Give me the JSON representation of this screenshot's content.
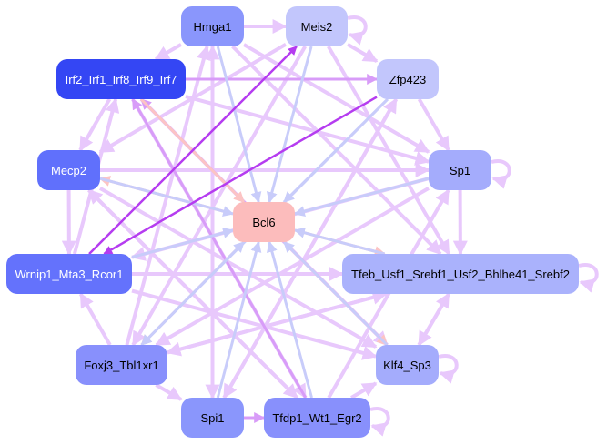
{
  "diagram": {
    "type": "directed-network",
    "edge_colors": {
      "default": "#e8c8fc",
      "strong": "#b53cf0",
      "medium": "#d89cf8",
      "to_target_blue": "#c8ccfa",
      "to_target_pink": "#fcc4c4"
    },
    "nodes": [
      {
        "id": "Hmga1",
        "label": "Hmga1",
        "fill": "#8a96fc",
        "text": "#000000"
      },
      {
        "id": "Meis2",
        "label": "Meis2",
        "fill": "#c2c6fc",
        "text": "#000000"
      },
      {
        "id": "Irf",
        "label": "Irf2_Irf1_Irf8_Irf9_Irf7",
        "fill": "#3446f4",
        "text": "#ffffff"
      },
      {
        "id": "Zfp423",
        "label": "Zfp423",
        "fill": "#c2c6fc",
        "text": "#000000"
      },
      {
        "id": "Mecp2",
        "label": "Mecp2",
        "fill": "#6070fc",
        "text": "#ffffff"
      },
      {
        "id": "Sp1",
        "label": "Sp1",
        "fill": "#a4acfc",
        "text": "#000000"
      },
      {
        "id": "Bcl6",
        "label": "Bcl6",
        "fill": "#fcbcbc",
        "text": "#000000"
      },
      {
        "id": "Wrnip1",
        "label": "Wrnip1_Mta3_Rcor1",
        "fill": "#6472fc",
        "text": "#ffffff"
      },
      {
        "id": "Tfeb",
        "label": "Tfeb_Usf1_Srebf1_Usf2_Bhlhe41_Srebf2",
        "fill": "#aab2fc",
        "text": "#000000"
      },
      {
        "id": "Foxj3",
        "label": "Foxj3_Tbl1xr1",
        "fill": "#8890fc",
        "text": "#000000"
      },
      {
        "id": "Klf4",
        "label": "Klf4_Sp3",
        "fill": "#a4acfc",
        "text": "#000000"
      },
      {
        "id": "Spi1",
        "label": "Spi1",
        "fill": "#8a96fc",
        "text": "#000000"
      },
      {
        "id": "Tfdp1",
        "label": "Tfdp1_Wt1_Egr2",
        "fill": "#8890fc",
        "text": "#000000"
      }
    ],
    "edges": [
      {
        "from": "Hmga1",
        "to": "Meis2",
        "kind": "default"
      },
      {
        "from": "Hmga1",
        "to": "Irf",
        "kind": "default"
      },
      {
        "from": "Hmga1",
        "to": "Bcl6",
        "kind": "to_target_blue"
      },
      {
        "from": "Hmga1",
        "to": "Sp1",
        "kind": "default"
      },
      {
        "from": "Hmga1",
        "to": "Tfeb",
        "kind": "default"
      },
      {
        "from": "Hmga1",
        "to": "Spi1",
        "kind": "default"
      },
      {
        "from": "Meis2",
        "to": "Zfp423",
        "kind": "default"
      },
      {
        "from": "Meis2",
        "to": "Bcl6",
        "kind": "to_target_blue"
      },
      {
        "from": "Meis2",
        "to": "Mecp2",
        "kind": "default"
      },
      {
        "from": "Meis2",
        "to": "Foxj3",
        "kind": "default"
      },
      {
        "from": "Meis2",
        "to": "Tfeb",
        "kind": "default"
      },
      {
        "from": "Meis2",
        "to": "Meis2",
        "kind": "default"
      },
      {
        "from": "Irf",
        "to": "Bcl6",
        "kind": "to_target_pink"
      },
      {
        "from": "Irf",
        "to": "Zfp423",
        "kind": "medium"
      },
      {
        "from": "Irf",
        "to": "Klf4",
        "kind": "default"
      },
      {
        "from": "Irf",
        "to": "Tfdp1",
        "kind": "default"
      },
      {
        "from": "Irf",
        "to": "Sp1",
        "kind": "default"
      },
      {
        "from": "Irf",
        "to": "Mecp2",
        "kind": "default"
      },
      {
        "from": "Zfp423",
        "to": "Bcl6",
        "kind": "to_target_blue"
      },
      {
        "from": "Zfp423",
        "to": "Foxj3",
        "kind": "to_target_blue"
      },
      {
        "from": "Zfp423",
        "to": "Wrnip1",
        "kind": "strong"
      },
      {
        "from": "Zfp423",
        "to": "Spi1",
        "kind": "default"
      },
      {
        "from": "Zfp423",
        "to": "Sp1",
        "kind": "default"
      },
      {
        "from": "Mecp2",
        "to": "Sp1",
        "kind": "default"
      },
      {
        "from": "Mecp2",
        "to": "Bcl6",
        "kind": "to_target_blue"
      },
      {
        "from": "Mecp2",
        "to": "Wrnip1",
        "kind": "default"
      },
      {
        "from": "Mecp2",
        "to": "Tfdp1",
        "kind": "default"
      },
      {
        "from": "Mecp2",
        "to": "Klf4",
        "kind": "default"
      },
      {
        "from": "Sp1",
        "to": "Sp1",
        "kind": "default"
      },
      {
        "from": "Sp1",
        "to": "Tfeb",
        "kind": "default"
      },
      {
        "from": "Sp1",
        "to": "Wrnip1",
        "kind": "default"
      },
      {
        "from": "Sp1",
        "to": "Foxj3",
        "kind": "default"
      },
      {
        "from": "Sp1",
        "to": "Bcl6",
        "kind": "to_target_blue"
      },
      {
        "from": "Bcl6",
        "to": "Mecp2",
        "kind": "to_target_pink"
      },
      {
        "from": "Bcl6",
        "to": "Tfeb",
        "kind": "to_target_pink"
      },
      {
        "from": "Bcl6",
        "to": "Klf4",
        "kind": "to_target_pink"
      },
      {
        "from": "Bcl6",
        "to": "Foxj3",
        "kind": "to_target_pink"
      },
      {
        "from": "Wrnip1",
        "to": "Meis2",
        "kind": "strong"
      },
      {
        "from": "Wrnip1",
        "to": "Bcl6",
        "kind": "to_target_blue"
      },
      {
        "from": "Wrnip1",
        "to": "Tfeb",
        "kind": "default"
      },
      {
        "from": "Wrnip1",
        "to": "Klf4",
        "kind": "default"
      },
      {
        "from": "Wrnip1",
        "to": "Irf",
        "kind": "default"
      },
      {
        "from": "Tfeb",
        "to": "Tfeb",
        "kind": "default"
      },
      {
        "from": "Tfeb",
        "to": "Klf4",
        "kind": "default"
      },
      {
        "from": "Tfeb",
        "to": "Foxj3",
        "kind": "default"
      },
      {
        "from": "Tfeb",
        "to": "Bcl6",
        "kind": "to_target_blue"
      },
      {
        "from": "Foxj3",
        "to": "Wrnip1",
        "kind": "default"
      },
      {
        "from": "Foxj3",
        "to": "Spi1",
        "kind": "default"
      },
      {
        "from": "Foxj3",
        "to": "Tfeb",
        "kind": "default"
      },
      {
        "from": "Foxj3",
        "to": "Bcl6",
        "kind": "to_target_blue"
      },
      {
        "from": "Foxj3",
        "to": "Hmga1",
        "kind": "default"
      },
      {
        "from": "Klf4",
        "to": "Klf4",
        "kind": "default"
      },
      {
        "from": "Klf4",
        "to": "Tfeb",
        "kind": "default"
      },
      {
        "from": "Klf4",
        "to": "Bcl6",
        "kind": "to_target_blue"
      },
      {
        "from": "Klf4",
        "to": "Irf",
        "kind": "medium"
      },
      {
        "from": "Spi1",
        "to": "Tfdp1",
        "kind": "medium"
      },
      {
        "from": "Spi1",
        "to": "Bcl6",
        "kind": "to_target_blue"
      },
      {
        "from": "Spi1",
        "to": "Zfp423",
        "kind": "default"
      },
      {
        "from": "Spi1",
        "to": "Hmga1",
        "kind": "default"
      },
      {
        "from": "Tfdp1",
        "to": "Tfdp1",
        "kind": "default"
      },
      {
        "from": "Tfdp1",
        "to": "Bcl6",
        "kind": "to_target_blue"
      },
      {
        "from": "Tfdp1",
        "to": "Klf4",
        "kind": "default"
      },
      {
        "from": "Tfdp1",
        "to": "Sp1",
        "kind": "default"
      },
      {
        "from": "Tfdp1",
        "to": "Irf",
        "kind": "medium"
      },
      {
        "from": "Tfdp1",
        "to": "Mecp2",
        "kind": "default"
      }
    ]
  }
}
